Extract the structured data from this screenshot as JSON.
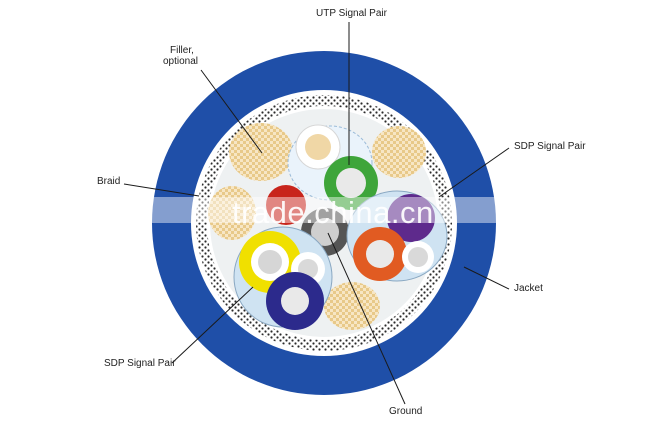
{
  "labels": {
    "utp_signal_pair": "UTP Signal Pair",
    "filler_line1": "Filler,",
    "filler_line2": "optional",
    "sdp_signal_pair_right": "SDP Signal Pair",
    "braid": "Braid",
    "jacket": "Jacket",
    "sdp_signal_pair_left": "SDP Signal Pair",
    "ground": "Ground"
  },
  "watermark": "trade.china.cn",
  "colors": {
    "jacket": "#1f4fa8",
    "braid": "#3a3a3a",
    "core_bg": "#eef1f2",
    "filler": "#f0d7a6",
    "pair_shield": "#cfe3f2",
    "conductor_white": "#f5f5f5",
    "yellow": "#f0e000",
    "navy": "#2c2a8c",
    "green": "#3ea53a",
    "red": "#c8251c",
    "orange": "#e15b22",
    "purple": "#5e2a8c",
    "dark_gray": "#555555",
    "copper": "#c9c9c9"
  }
}
